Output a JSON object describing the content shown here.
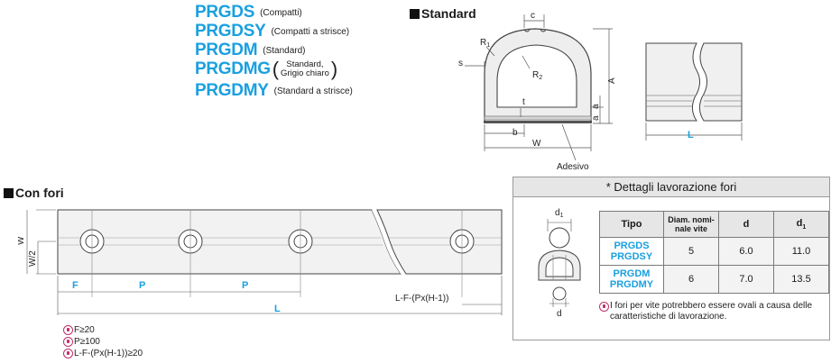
{
  "models": [
    {
      "code": "PRGDS",
      "desc": "(Compatti)"
    },
    {
      "code": "PRGDSY",
      "desc": "(Compatti a strisce)"
    },
    {
      "code": "PRGDM",
      "desc": "(Standard)"
    },
    {
      "code": "PRGDMG",
      "desc_line1": "Standard,",
      "desc_line2": "Grigio chiaro"
    },
    {
      "code": "PRGDMY",
      "desc": "(Standard a strisce)"
    }
  ],
  "standard": {
    "title": "Standard",
    "labels": {
      "c": "c",
      "r1": "R",
      "r1_sub": "1",
      "r2": "R",
      "r2_sub": "2",
      "s": "s",
      "a_dim": "A",
      "a1": "a",
      "a2": "a",
      "t": "t",
      "b": "b",
      "w": "W",
      "adhesive": "Adesivo",
      "l": "L"
    }
  },
  "holes": {
    "title": "Con fori",
    "labels": {
      "w": "W",
      "w2": "W/2",
      "f": "F",
      "p1": "P",
      "p2": "P",
      "rem": "L-F-(Px(H-1))",
      "l": "L"
    },
    "notes": [
      "F≥20",
      "P≥100",
      "L-F-(Px(H-1))≥20"
    ]
  },
  "detail": {
    "title": "* Dettagli lavorazione fori",
    "diagram": {
      "d1": "d",
      "d1_sub": "1",
      "d": "d"
    },
    "table": {
      "headers": {
        "tipo": "Tipo",
        "diam_line1": "Diam. nomi-",
        "diam_line2": "nale vite",
        "d": "d",
        "d1": "d",
        "d1_sub": "1"
      },
      "rows": [
        {
          "tipo_line1": "PRGDS",
          "tipo_line2": "PRGDSY",
          "diam": "5",
          "d": "6.0",
          "d1": "11.0"
        },
        {
          "tipo_line1": "PRGDM",
          "tipo_line2": "PRGDMY",
          "diam": "6",
          "d": "7.0",
          "d1": "13.5"
        }
      ]
    },
    "note": "I fori per vite potrebbero essere ovali a causa delle caratteristiche di lavorazione."
  }
}
